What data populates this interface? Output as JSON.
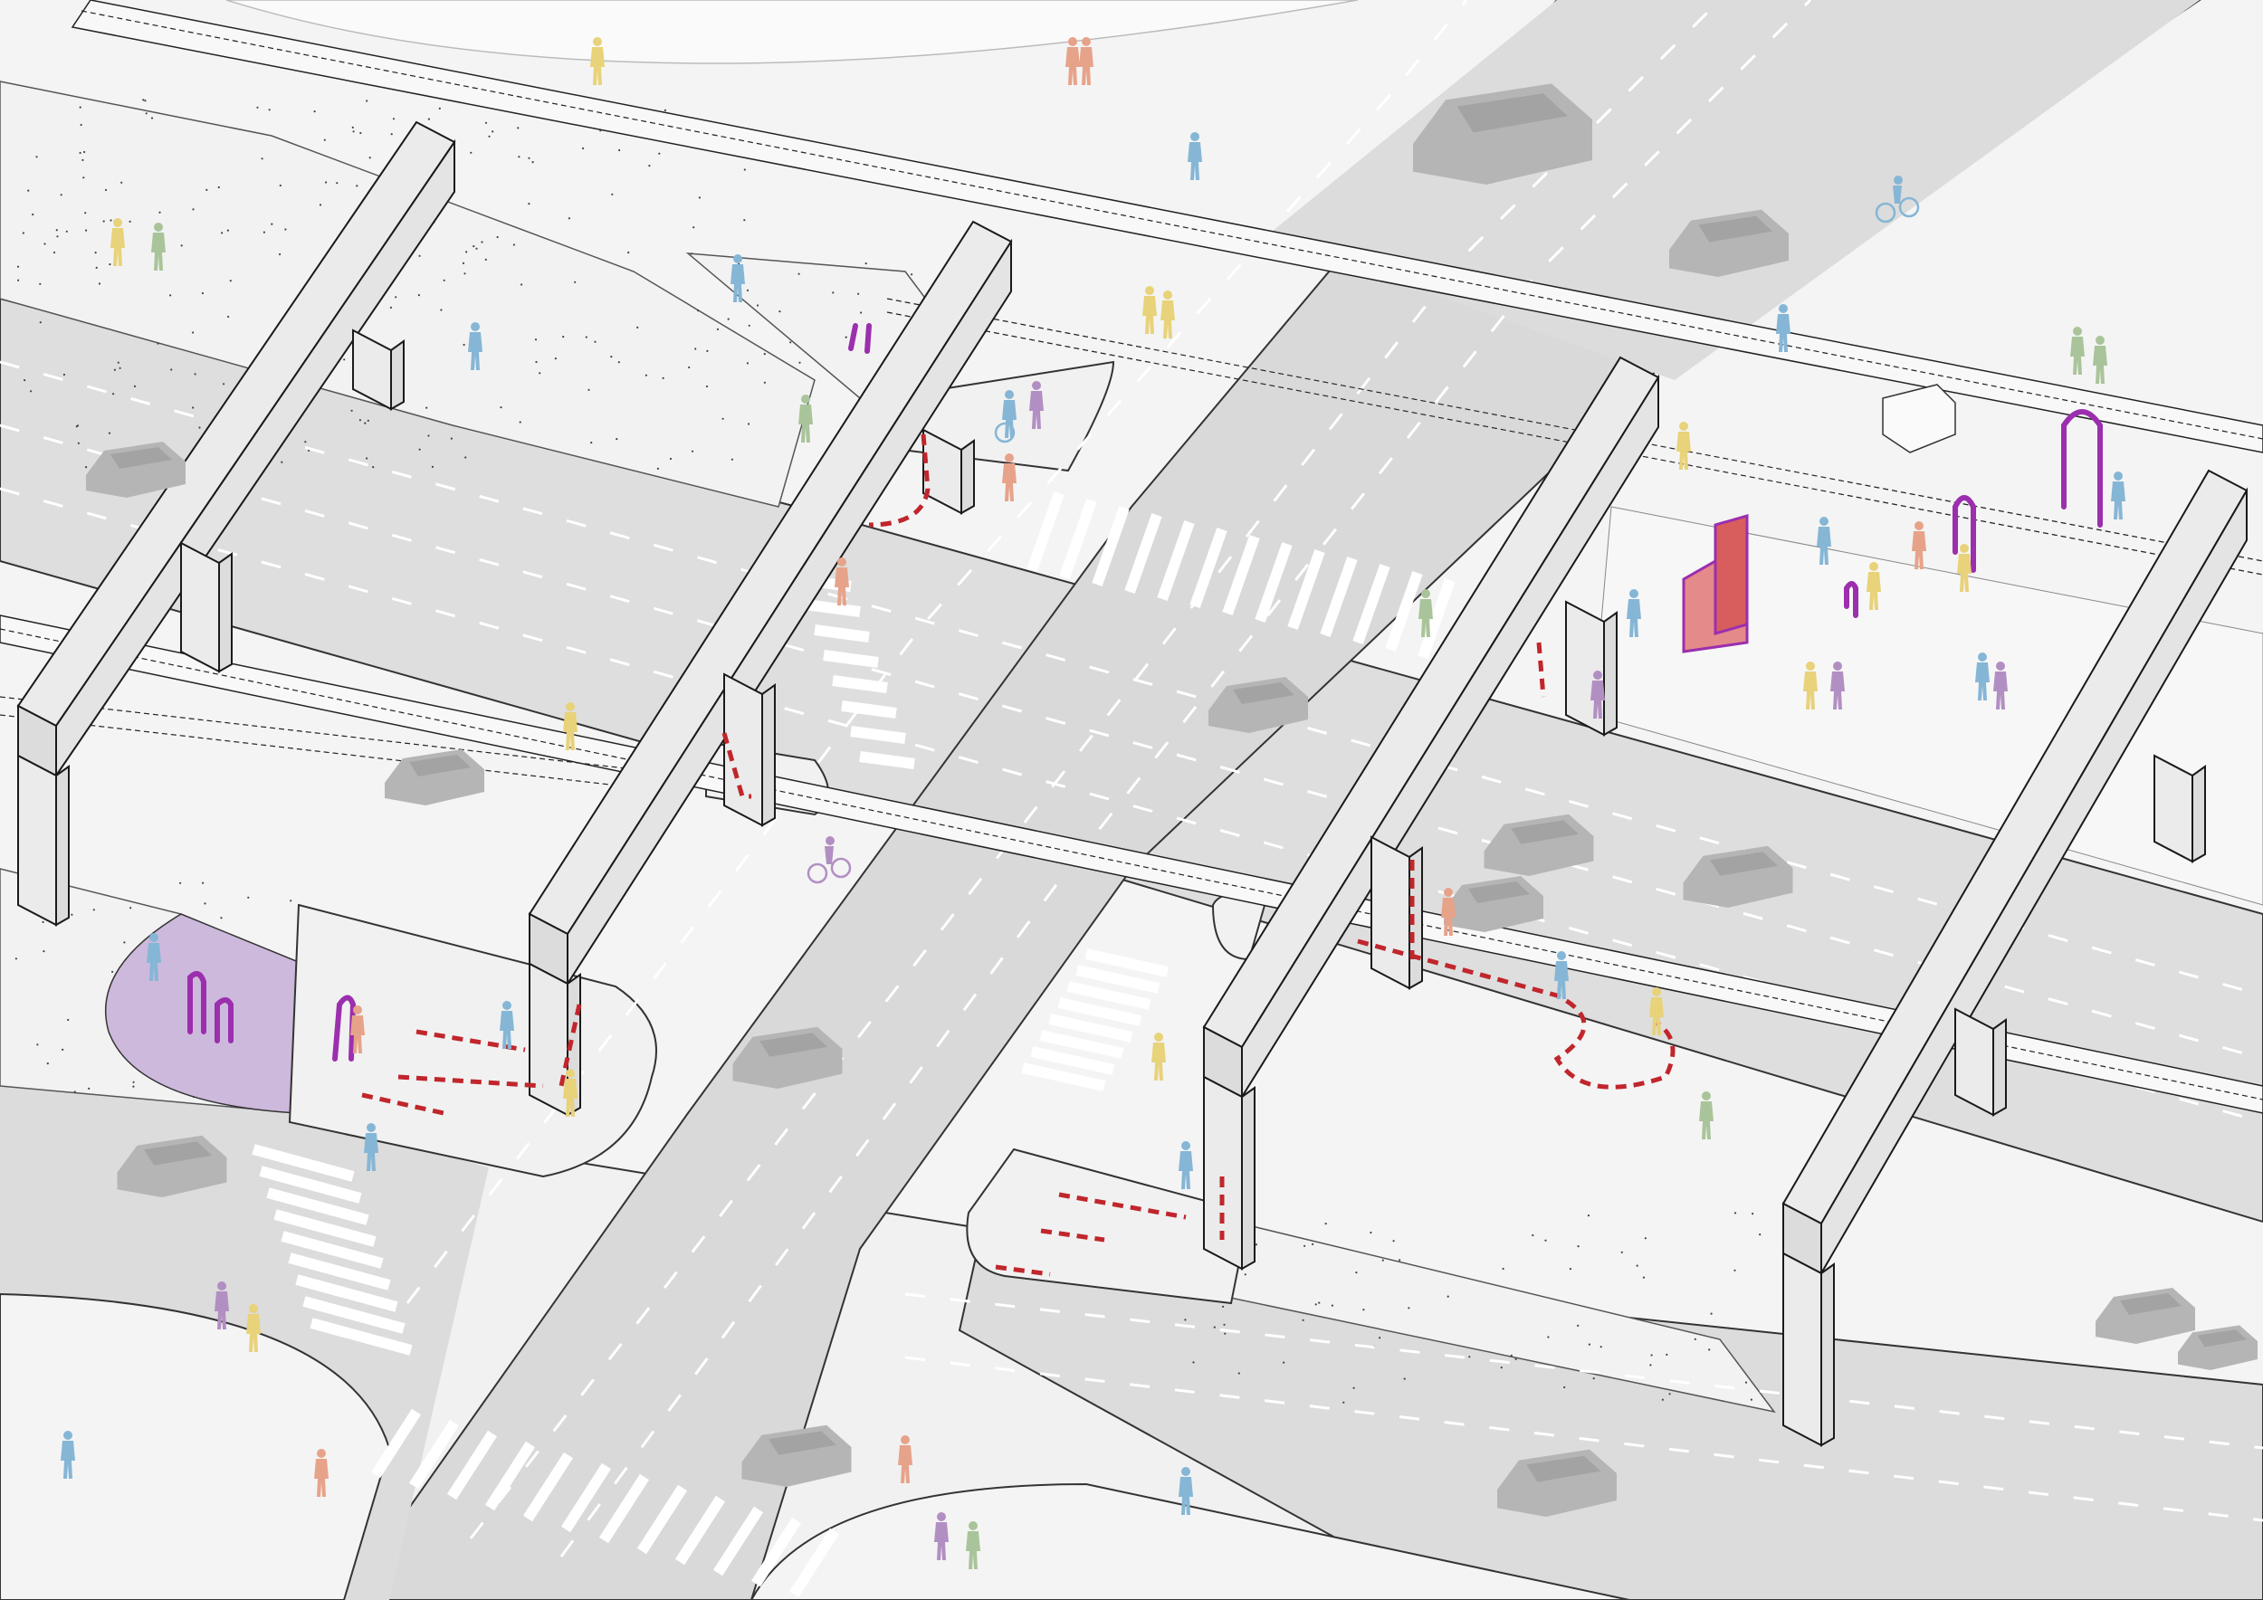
{
  "diagram": {
    "elements": [
      {
        "name": "elevated-rail-guideway",
        "kind": "structure"
      },
      {
        "name": "concrete-portal-frame",
        "kind": "structure",
        "count": 4
      },
      {
        "name": "arterial-road",
        "kind": "road"
      },
      {
        "name": "cross-street",
        "kind": "road"
      },
      {
        "name": "crosswalk",
        "kind": "road-marking",
        "count": 5
      },
      {
        "name": "pedestrian-plaza",
        "kind": "public-space"
      },
      {
        "name": "purple-seating-area",
        "kind": "public-space"
      },
      {
        "name": "vehicle",
        "kind": "vehicle",
        "count": 14
      },
      {
        "name": "pedestrian-figure",
        "kind": "person",
        "count": 40
      },
      {
        "name": "cyclist",
        "kind": "person",
        "count": 2
      },
      {
        "name": "magenta-sculpture",
        "kind": "public-art"
      },
      {
        "name": "red-dashed-light-strip",
        "kind": "lighting"
      }
    ],
    "colors": {
      "background": "#f4f4f4",
      "road": "#dedede",
      "road_dark": "#d2d2d2",
      "sidewalk": "#f1f1f1",
      "structure_fill": "#ebebeb",
      "structure_side": "#dcdcdc",
      "outline": "#1a1a1a",
      "vehicle": "#b5b5b5",
      "lane_marking": "#ffffff",
      "accent_red": "#c0262c",
      "accent_magenta": "#9b2fae",
      "seating_area": "#cdb9dc",
      "person_blue": "#86b6d6",
      "person_yellow": "#e8d27a",
      "person_salmon": "#e7a38a",
      "person_purple": "#b28fc2",
      "person_green": "#a9c49a"
    }
  }
}
